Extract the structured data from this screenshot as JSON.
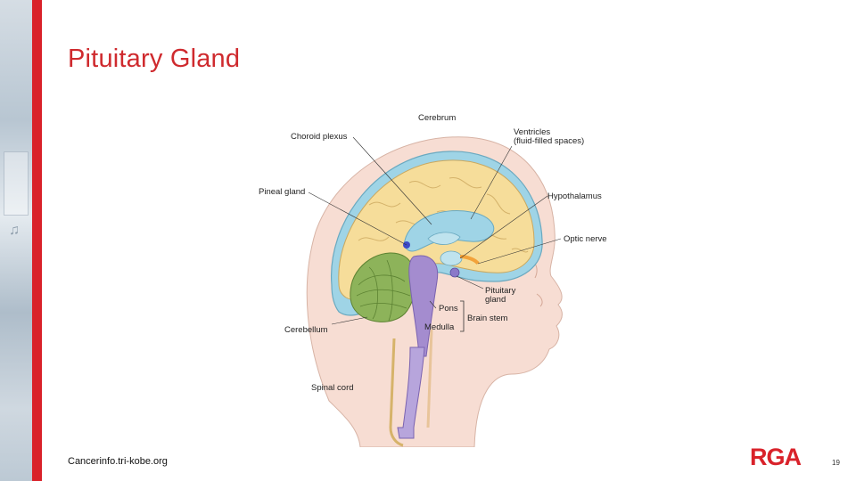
{
  "slide": {
    "title": "Pituitary Gland",
    "source": "Cancerinfo.tri-kobe.org",
    "page_number": "19",
    "logo_text": "RGA"
  },
  "figure": {
    "labels": {
      "cerebrum": "Cerebrum",
      "choroid_plexus": "Choroid plexus",
      "ventricles_1": "Ventricles",
      "ventricles_2": "(fluid-filled spaces)",
      "pineal_gland": "Pineal gland",
      "hypothalamus": "Hypothalamus",
      "optic_nerve": "Optic nerve",
      "pituitary_1": "Pituitary",
      "pituitary_2": "gland",
      "pons": "Pons",
      "brain_stem": "Brain stem",
      "medulla": "Medulla",
      "cerebellum": "Cerebellum",
      "spinal_cord": "Spinal cord"
    }
  },
  "colors": {
    "accent_red": "#d9222a",
    "title_red": "#cf2a2e",
    "brain": "#f6dd9a",
    "csf": "#9fd4e6",
    "cerebellum": "#8db35a",
    "brainstem": "#a48ccf",
    "skin": "#f7ddd3"
  }
}
